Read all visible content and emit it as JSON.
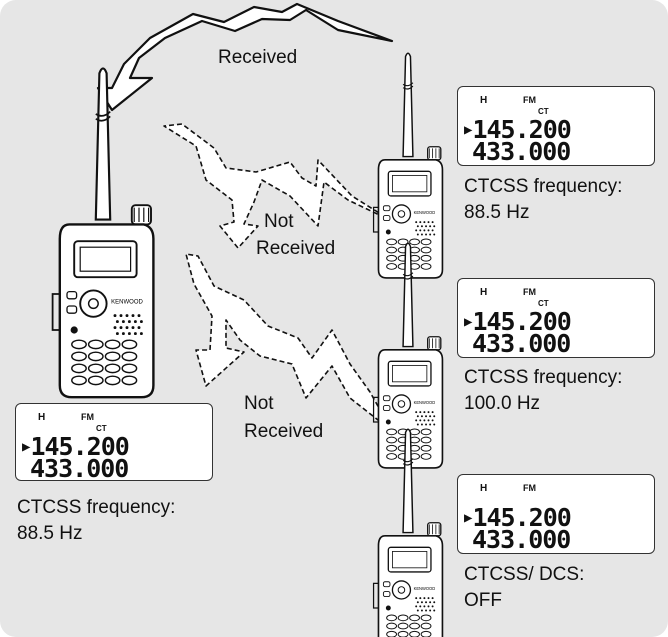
{
  "arrows": {
    "received": "Received",
    "not_received_1": [
      "Not",
      "Received"
    ],
    "not_received_2": [
      "Not",
      "Received"
    ]
  },
  "main_radio": {
    "display": {
      "h": "H",
      "fm": "FM",
      "ct": "CT",
      "freq_a": "145.200",
      "freq_b": "433.000"
    },
    "caption": [
      "CTCSS frequency:",
      "88.5 Hz"
    ]
  },
  "radios": [
    {
      "display": {
        "h": "H",
        "fm": "FM",
        "ct": "CT",
        "freq_a": "145.200",
        "freq_b": "433.000"
      },
      "caption": [
        "CTCSS frequency:",
        "88.5 Hz"
      ]
    },
    {
      "display": {
        "h": "H",
        "fm": "FM",
        "ct": "CT",
        "freq_a": "145.200",
        "freq_b": "433.000"
      },
      "caption": [
        "CTCSS frequency:",
        "100.0 Hz"
      ]
    },
    {
      "display": {
        "h": "H",
        "fm": "FM",
        "ct": "",
        "freq_a": "145.200",
        "freq_b": "433.000"
      },
      "caption": [
        "CTCSS/ DCS:",
        "OFF"
      ]
    }
  ],
  "icons": [
    "handheld-radio-icon",
    "received-arrow-icon",
    "not-received-arrow-icon"
  ],
  "colors": {
    "background": "#e6e6e6",
    "ink": "#111111",
    "lcd": "#ffffff"
  }
}
